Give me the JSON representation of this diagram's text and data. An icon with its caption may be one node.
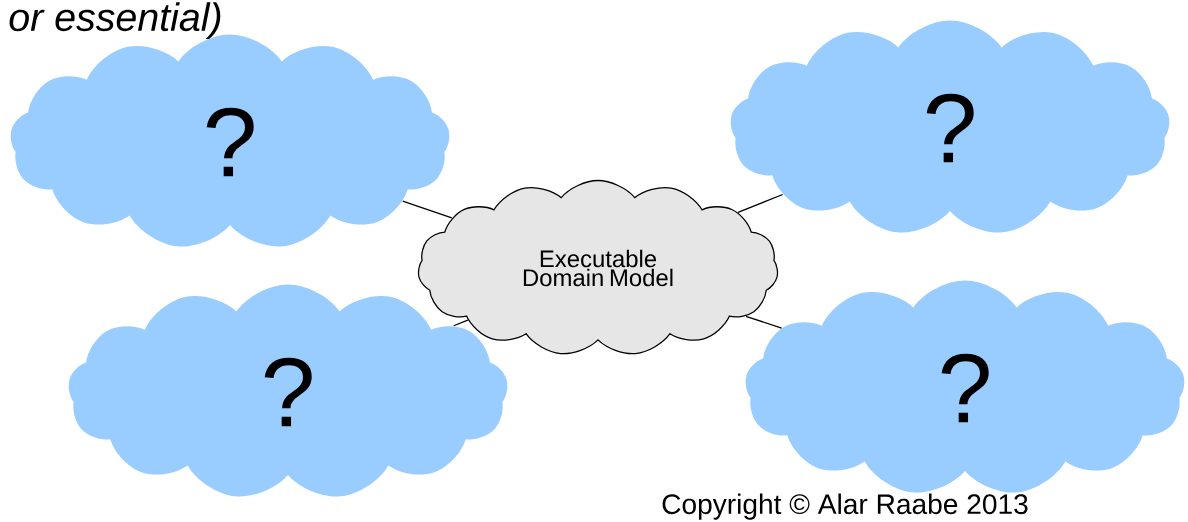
{
  "diagram": {
    "nodes": [
      {
        "text": [
          "?"
        ]
      },
      {
        "text": [
          "?"
        ]
      },
      {
        "text": [
          "Executable Domain Model"
        ]
      },
      {
        "text": [
          "?"
        ]
      },
      {
        "text": [
          "?"
        ]
      }
    ],
    "edges": [
      {
        "from": 2,
        "to": 0,
        "arrow": "none"
      },
      {
        "from": 2,
        "to": 1,
        "arrow": "none"
      },
      {
        "from": 2,
        "to": 3,
        "arrow": "none"
      },
      {
        "from": 2,
        "to": 4,
        "arrow": "none"
      }
    ],
    "labels": [
      "or essential)",
      "Copyright © Alar Raabe 2013"
    ]
  }
}
